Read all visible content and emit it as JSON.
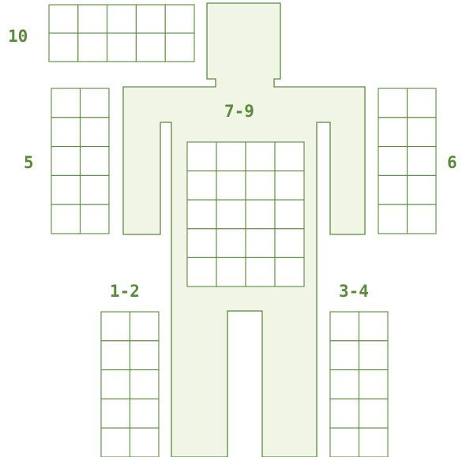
{
  "colors": {
    "line": "#5b8a3c",
    "body_fill": "#f1f5e6",
    "cell_fill": "#ffffff",
    "label": "#5b8a3c"
  },
  "regions": [
    {
      "id": "region-10",
      "label": "10",
      "rows": 2,
      "cols": 5
    },
    {
      "id": "region-5",
      "label": "5",
      "rows": 5,
      "cols": 2
    },
    {
      "id": "region-6",
      "label": "6",
      "rows": 5,
      "cols": 2
    },
    {
      "id": "region-7-9",
      "label": "7-9",
      "rows": 5,
      "cols": 4
    },
    {
      "id": "region-1-2",
      "label": "1-2",
      "rows": 5,
      "cols": 2
    },
    {
      "id": "region-3-4",
      "label": "3-4",
      "rows": 5,
      "cols": 2
    }
  ]
}
